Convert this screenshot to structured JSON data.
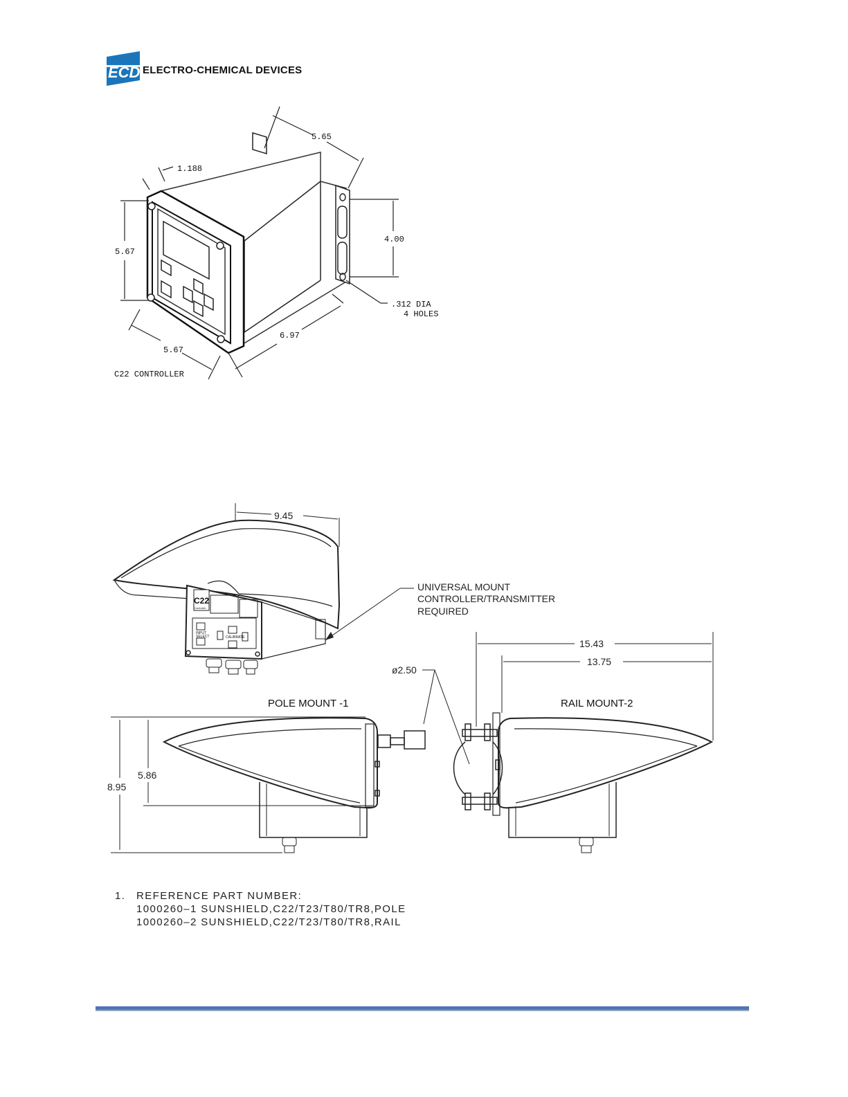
{
  "header": {
    "logo_text": "ECD",
    "company_name": "ELECTRO-CHEMICAL DEVICES",
    "brand_color": "#1b75bb"
  },
  "controller_drawing": {
    "caption": "C22 CONTROLLER",
    "dims": {
      "depth_offset": "1.188",
      "bracket_width": "5.65",
      "front_height": "5.67",
      "front_width": "5.67",
      "hole_spacing": "4.00",
      "body_length": "6.97",
      "hole_note_line1": ".312 DIA",
      "hole_note_line2": "4 HOLES"
    }
  },
  "sunshield_drawing": {
    "top_width": "9.45",
    "mount_note": [
      "UNIVERSAL  MOUNT",
      "CONTROLLER/TRANSMITTER",
      "REQUIRED"
    ],
    "pole_mount_label": "POLE MOUNT -1",
    "rail_mount_label": "RAIL MOUNT-2",
    "pole_diameter": "ø2.50",
    "overall_depth": "15.43",
    "shield_depth": "13.75",
    "overall_height": "8.95",
    "shield_height": "5.86",
    "panel": {
      "model": "C22",
      "model_sub": "Controller",
      "input_select_line1": "INPUT",
      "input_select_line2": "SELECT",
      "calibrate": "CALIBRATE"
    }
  },
  "notes": {
    "item_number": "1.",
    "heading": "REFERENCE  PART  NUMBER:",
    "lines": [
      "1000260–1  SUNSHIELD,C22/T23/T80/TR8,POLE",
      "1000260–2  SUNSHIELD,C22/T23/T80/TR8,RAIL"
    ]
  },
  "footer": {
    "rule_color": "#4f74b8"
  }
}
